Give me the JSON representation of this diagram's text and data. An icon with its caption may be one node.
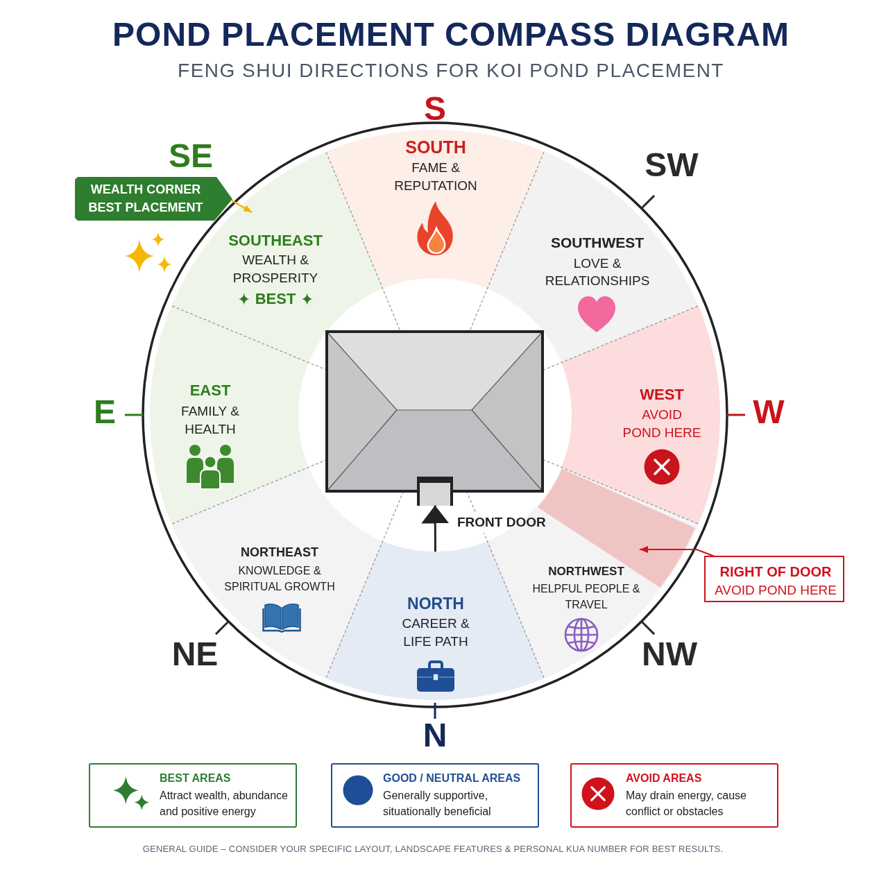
{
  "diagram": {
    "title": "POND PLACEMENT COMPASS DIAGRAM",
    "caption": "GENERAL GUIDE – CONSIDER YOUR SPECIFIC LAYOUT, LANDSCAPE FEATURES & PERSONAL KUA NUMBER FOR BEST RESULTS.",
    "nodes": [
      {
        "text": [
          "SOUTH",
          "FAME & REPUTATION"
        ]
      },
      {
        "text": [
          "WEALTH CORNER BEST PLACEMENT"
        ]
      },
      {
        "text": [
          "SOUTHEAST",
          "WEALTH & PROSPERITY",
          "BEST"
        ]
      },
      {
        "text": [
          "SOUTHWEST",
          "LOVE & RELATIONSHIPS"
        ]
      },
      {
        "text": [
          "EAST",
          "FAMILY & HEALTH"
        ]
      },
      {
        "text": [
          "WEST",
          "AVOID POND HERE"
        ]
      },
      {
        "text": [],
        "shape": "box"
      },
      {
        "text": [
          "NORTHEAST",
          "KNOWLEDGE & SPIRITUAL GROWTH"
        ]
      },
      {
        "text": [
          "NORTHWEST",
          "HELPFUL PEOPLE & TRAVEL"
        ]
      },
      {
        "text": [],
        "shape": "band",
        "in": 8
      },
      {
        "text": [
          "RIGHT OF DOOR",
          "AVOID POND HERE"
        ]
      },
      {
        "text": [
          "NORTH",
          "CAREER & LIFE PATH"
        ]
      }
    ],
    "edges": [
      {
        "from": 1,
        "to": 2,
        "arrow": "to",
        "color": "#f2b200"
      },
      {
        "from": 11,
        "to": 6,
        "arrow": "to",
        "color": "#222222"
      },
      {
        "from": 10,
        "to": 9,
        "arrow": "to",
        "color": "#d0121b"
      }
    ],
    "labels": [
      "FENG SHUI DIRECTIONS FOR KOI POND PLACEMENT",
      "S",
      "SE",
      "SW",
      "E",
      "W",
      "FRONT DOOR",
      "NE",
      "NW",
      "N",
      "Attract wealth, abundance and positive energy",
      "Generally supportive, situationally beneficial",
      "May drain energy, cause conflict or obstacles"
    ],
    "legend": [
      {
        "text": "BEST AREAS",
        "color": "#2e7d32"
      },
      {
        "text": "GOOD / NEUTRAL AREAS",
        "color": "#1f4e96"
      },
      {
        "text": "AVOID AREAS",
        "color": "#d0121b"
      }
    ]
  }
}
